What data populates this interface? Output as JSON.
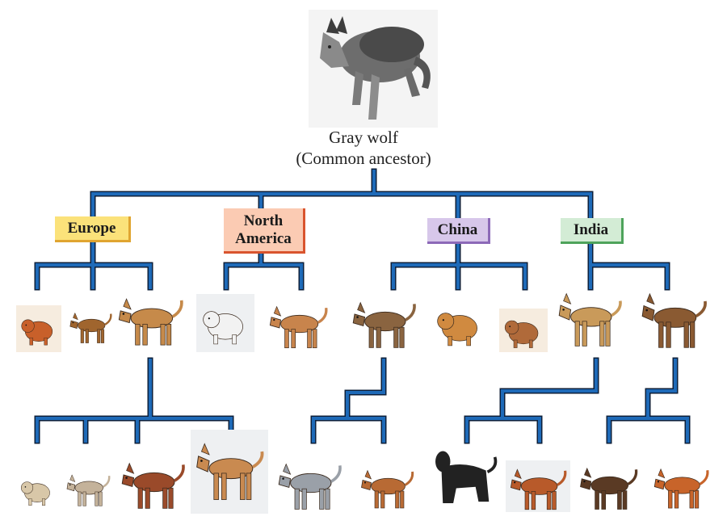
{
  "root": {
    "name": "Gray wolf",
    "subtitle": "(Common ancestor)"
  },
  "regions": [
    {
      "label": "Europe",
      "bg": "#fbe27a",
      "edge": "#e0a531"
    },
    {
      "label": "North\nAmerica",
      "bg": "#fbcbb3",
      "edge": "#d9542e"
    },
    {
      "label": "China",
      "bg": "#d7c7ea",
      "edge": "#8c69b8"
    },
    {
      "label": "India",
      "bg": "#d3ecd5",
      "edge": "#4ea35b"
    }
  ],
  "colors": {
    "branch": "#1e6ab8",
    "branch_outline": "#0c1f3a"
  }
}
